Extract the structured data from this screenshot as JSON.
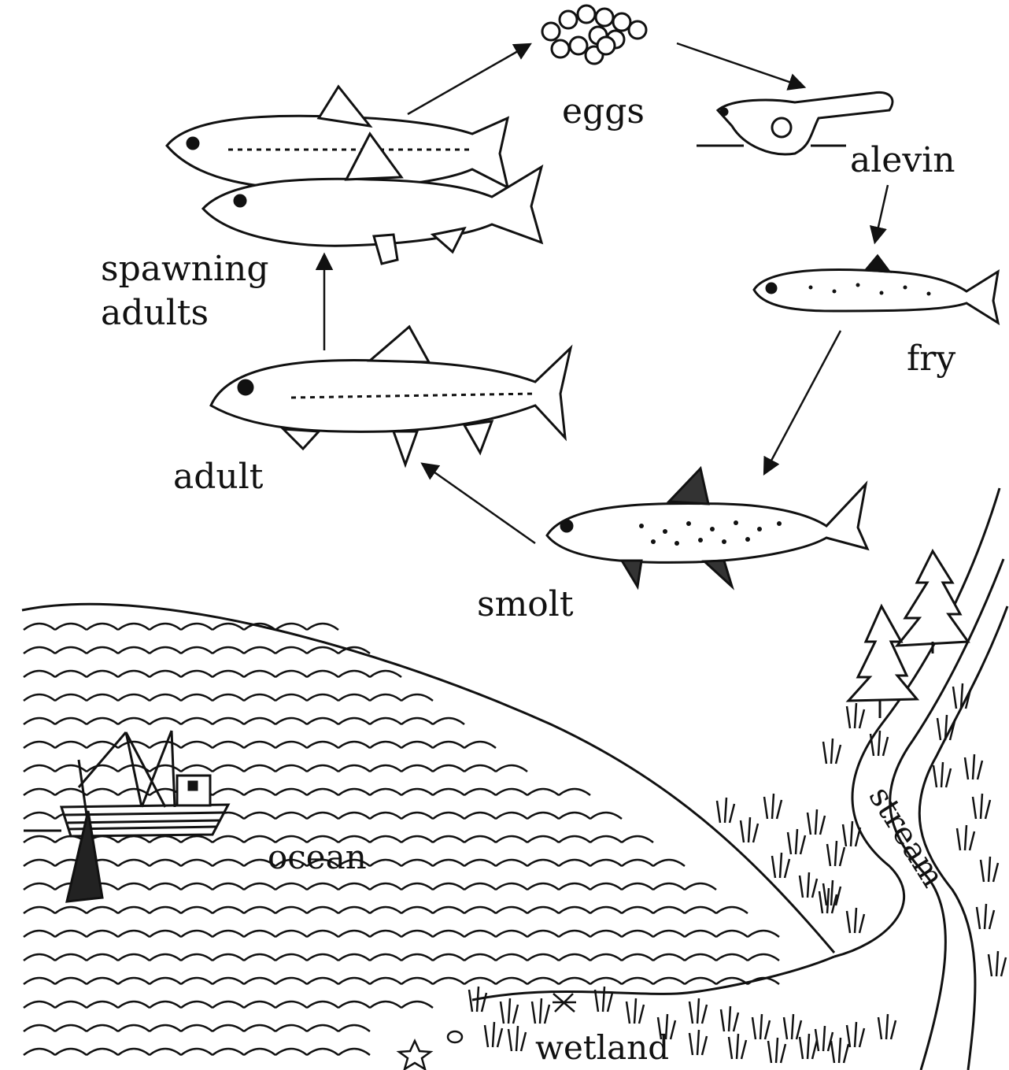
{
  "labels": {
    "eggs": "eggs",
    "alevin": "alevin",
    "fry": "fry",
    "smolt": "smolt",
    "adult": "adult",
    "spawning_line1": "spawning",
    "spawning_line2": "adults",
    "ocean": "ocean",
    "stream": "stream",
    "wetland": "wetland"
  },
  "colors": {
    "ink": "#111111",
    "background": "#ffffff"
  }
}
